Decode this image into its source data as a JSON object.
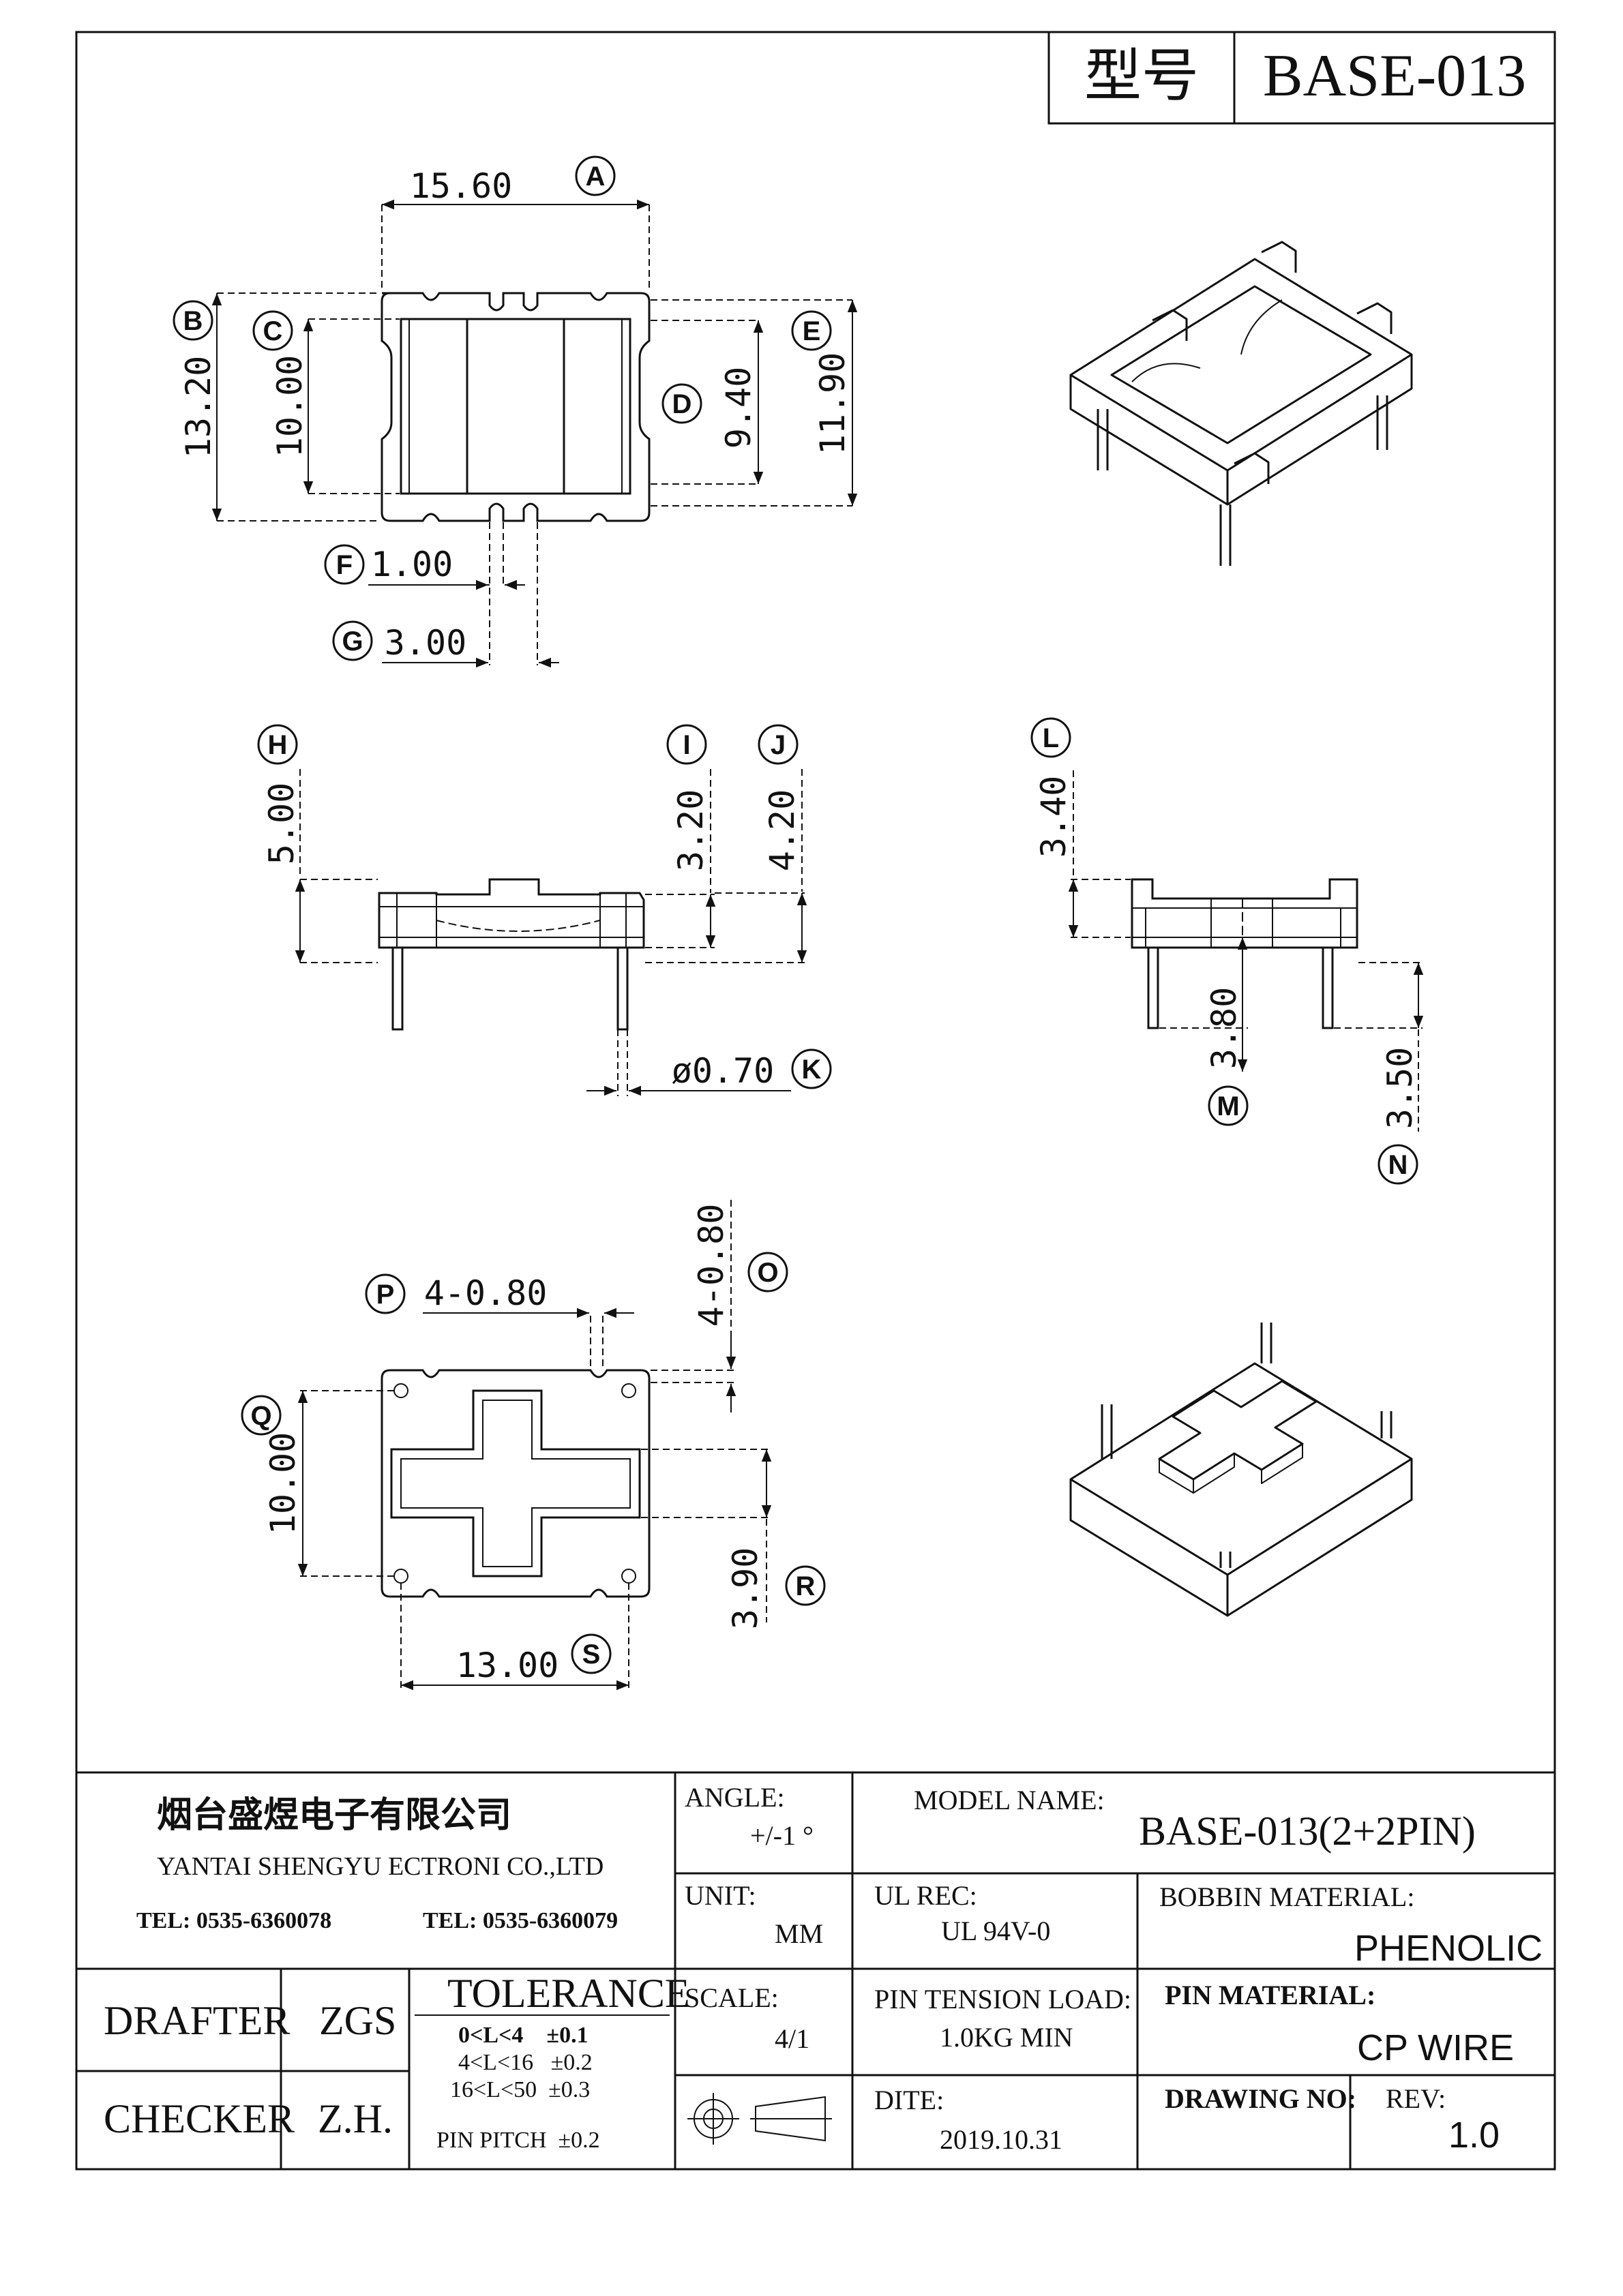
{
  "title_block_top": {
    "label": "型号",
    "value": "BASE-013"
  },
  "view1": {
    "dims": {
      "A": "15.60",
      "B": "13.20",
      "C": "10.00",
      "D": "9.40",
      "E": "11.90",
      "F": "1.00",
      "G": "3.00"
    }
  },
  "view2": {
    "dims": {
      "H": "5.00",
      "I": "3.20",
      "J": "4.20",
      "K": "ø0.70"
    }
  },
  "view3": {
    "dims": {
      "L": "3.40",
      "M": "3.80",
      "N": "3.50"
    }
  },
  "view4": {
    "dims": {
      "O": "4-0.80",
      "P": "4-0.80",
      "Q": "10.00",
      "R": "3.90",
      "S": "13.00"
    }
  },
  "letters": [
    "A",
    "B",
    "C",
    "D",
    "E",
    "F",
    "G",
    "H",
    "I",
    "J",
    "K",
    "L",
    "M",
    "N",
    "O",
    "P",
    "Q",
    "R",
    "S"
  ],
  "title_block": {
    "company_cn": "烟台盛煜电子有限公司",
    "company_en": "YANTAI SHENGYU ECTRONI CO.,LTD",
    "tel1": "TEL: 0535-6360078",
    "tel2": "TEL: 0535-6360079",
    "angle_label": "ANGLE:",
    "angle_value": "+/-1 °",
    "model_label": "MODEL NAME:",
    "model_value": "BASE-013(2+2PIN)",
    "unit_label": "UNIT:",
    "unit_value": "MM",
    "ul_label": "UL REC:",
    "ul_value": "UL 94V-0",
    "bobbin_label": "BOBBIN MATERIAL:",
    "bobbin_value": "PHENOLIC",
    "drafter_label": "DRAFTER",
    "drafter_value": "ZGS",
    "checker_label": "CHECKER",
    "checker_value": "Z.H.",
    "tolerance_label": "TOLERANCE",
    "tolerance_rows": [
      "0<L<4    ±0.1",
      "4<L<16   ±0.2",
      "16<L<50  ±0.3"
    ],
    "pin_pitch": "PIN PITCH  ±0.2",
    "scale_label": "SCALE:",
    "scale_value": "4/1",
    "tension_label": "PIN TENSION LOAD:",
    "tension_value": "1.0KG MIN",
    "pin_material_label": "PIN MATERIAL:",
    "pin_material_value": "CP WIRE",
    "date_label": "DITE:",
    "date_value": "2019.10.31",
    "drawing_no_label": "DRAWING NO:",
    "rev_label": "REV:",
    "rev_value": "1.0"
  }
}
